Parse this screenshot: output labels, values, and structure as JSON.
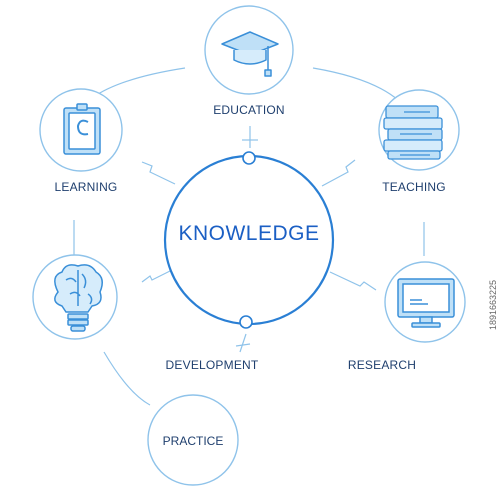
{
  "diagram": {
    "center": {
      "label": "KNOWLEDGE"
    },
    "nodes": {
      "education": {
        "label": "EDUCATION",
        "icon": "graduation-cap-icon"
      },
      "teaching": {
        "label": "TEACHING",
        "icon": "books-stack-icon"
      },
      "learning": {
        "label": "LEARNING",
        "icon": "notebook-icon"
      },
      "development": {
        "label": "DEVELOPMENT",
        "icon": "brain-lightbulb-icon"
      },
      "research": {
        "label": "RESEARCH",
        "icon": "monitor-icon"
      },
      "practice": {
        "label": "PRACTICE"
      }
    },
    "colors": {
      "line": "#8fc3ea",
      "circle": "#2a7fd4",
      "icon_fill": "#bfe0f7",
      "icon_stroke": "#3a8fd8",
      "text": "#1f3f6e"
    }
  },
  "watermark": {
    "id_text": "1891663225"
  }
}
